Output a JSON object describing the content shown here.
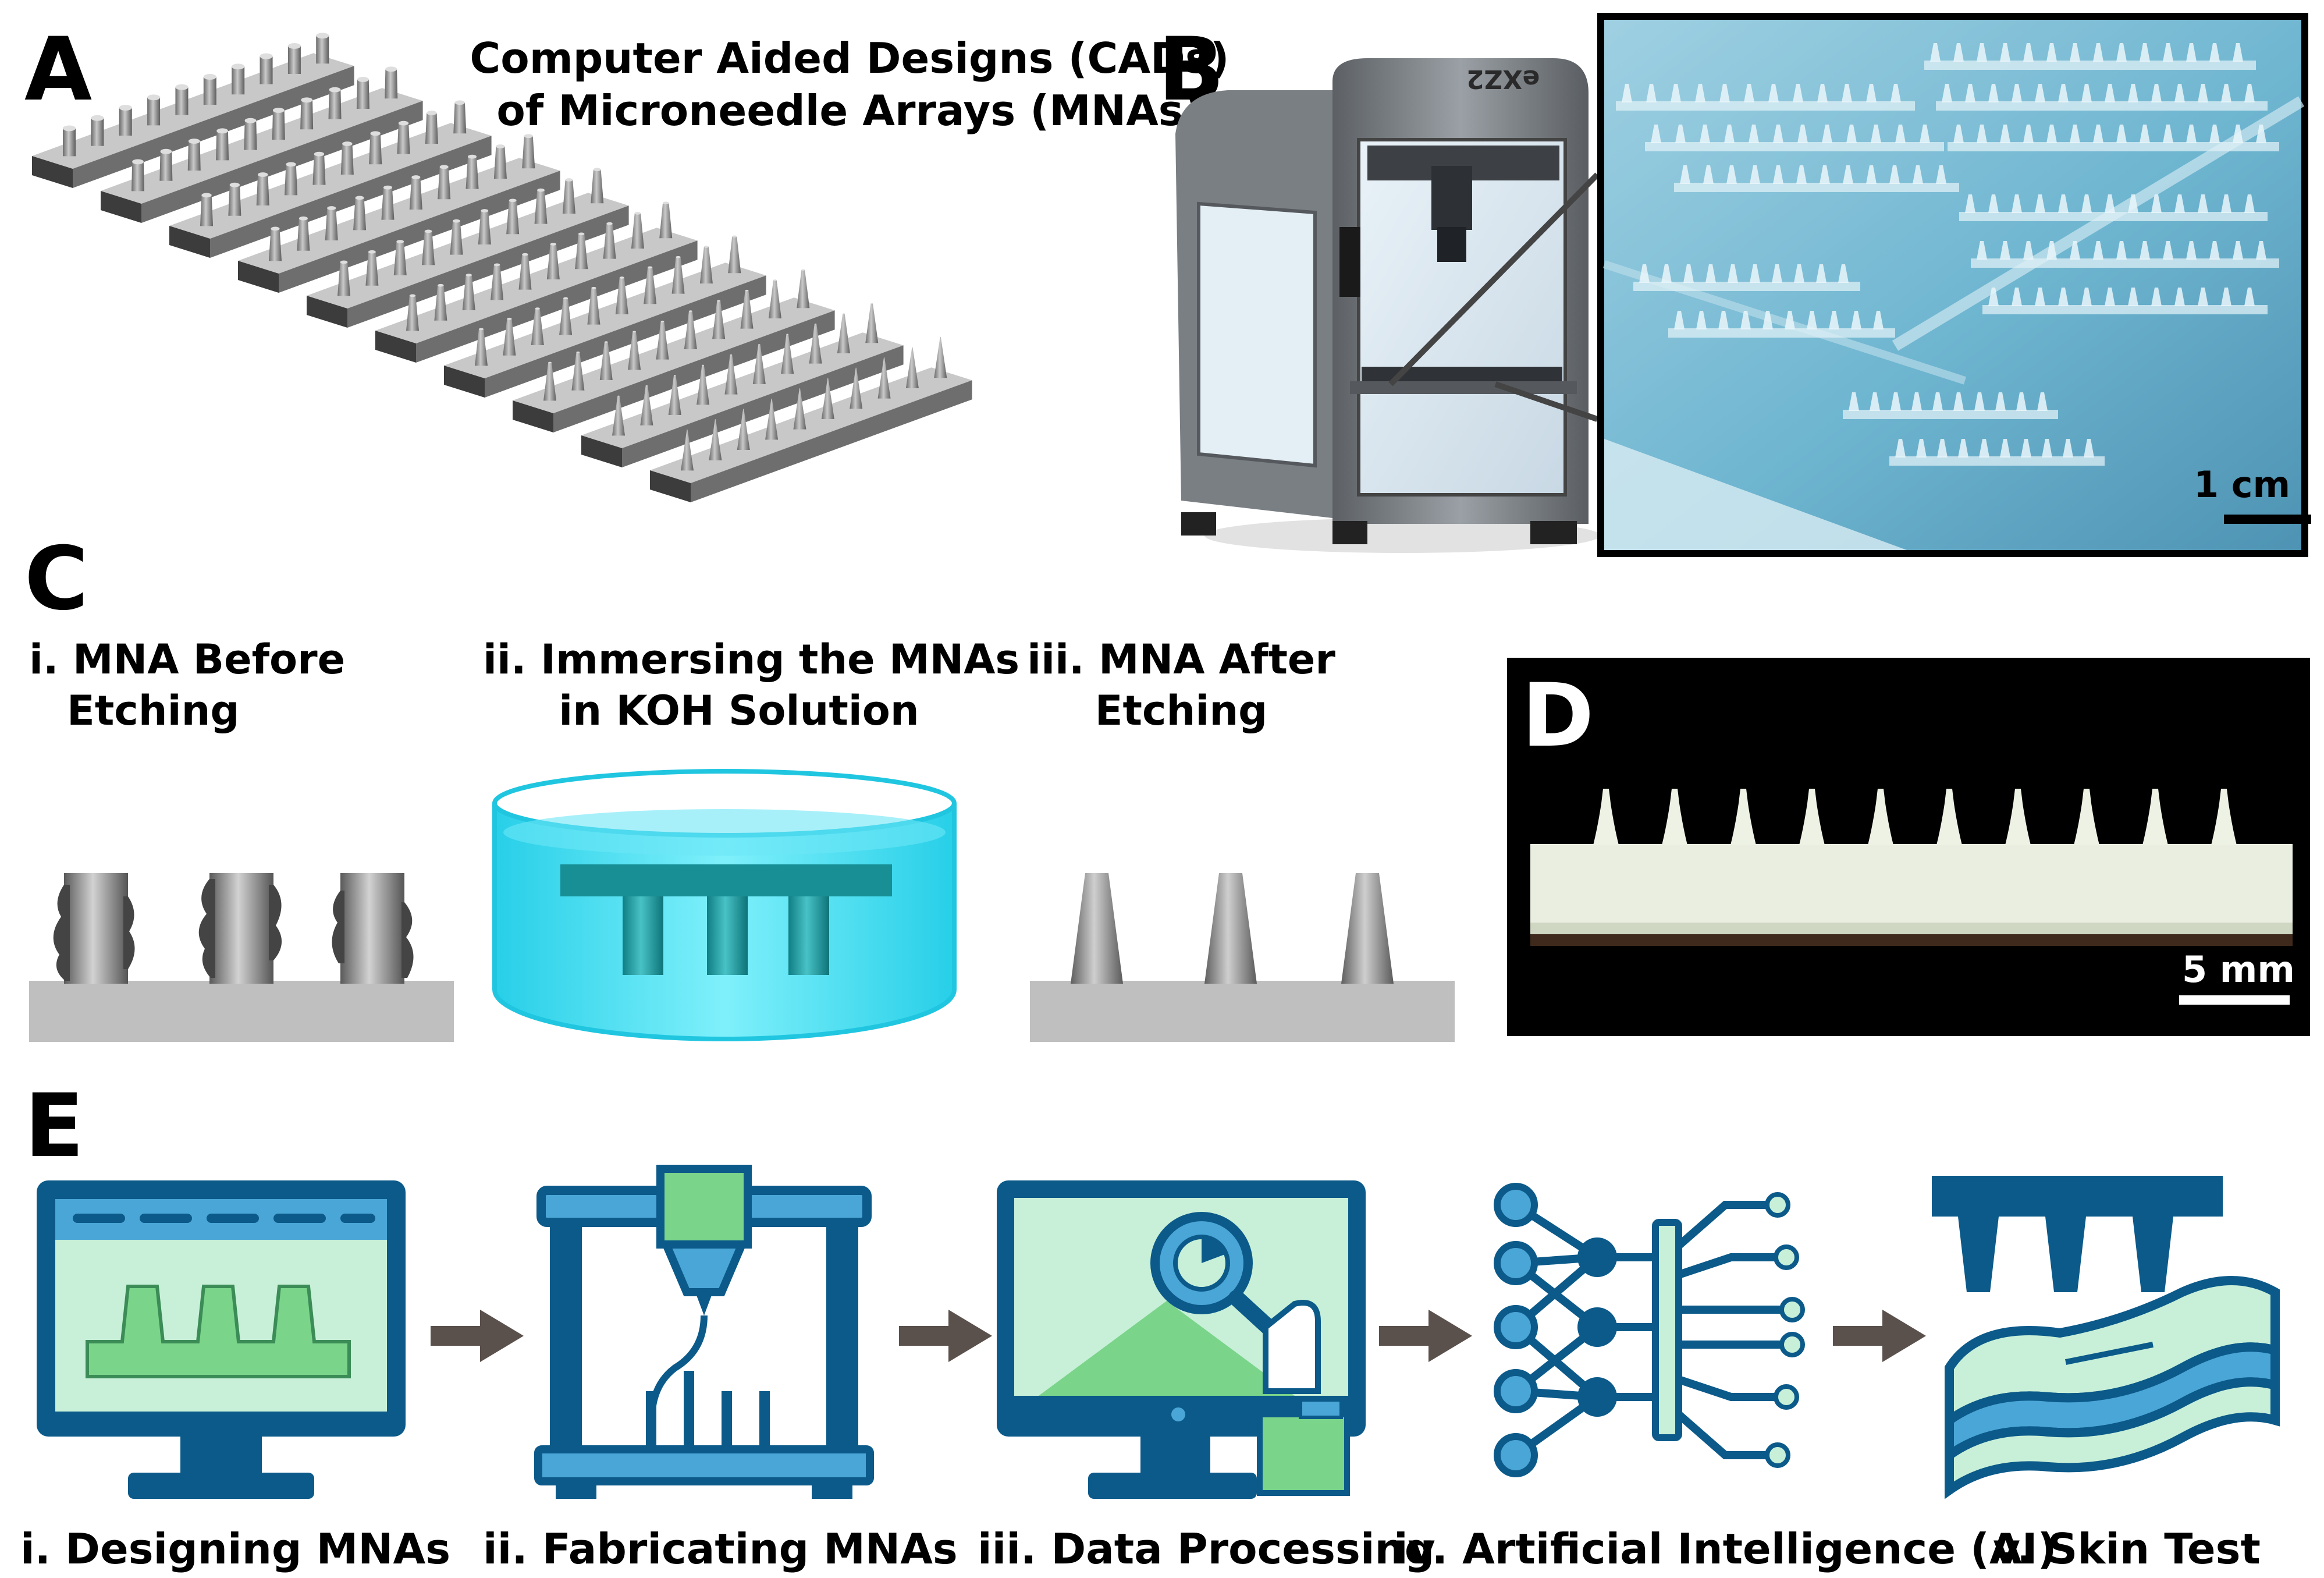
{
  "panels": {
    "a": {
      "letter": "A",
      "title_line1": "Computer Aided Designs (CADs)",
      "title_line2": "of Microneedle Arrays (MNAs)"
    },
    "b": {
      "letter": "B",
      "printer_brand": "eXZ2",
      "scale_bar": "1 cm"
    },
    "c": {
      "letter": "C",
      "step1_line1": "i. MNA Before",
      "step1_line2": "Etching",
      "step2_line1": "ii. Immersing the MNAs",
      "step2_line2": "in KOH Solution",
      "step3_line1": "iii. MNA After",
      "step3_line2": "Etching"
    },
    "d": {
      "letter": "D",
      "scale_bar": "5 mm"
    },
    "e": {
      "letter": "E",
      "steps": [
        "i. Designing MNAs",
        "ii. Fabricating MNAs",
        "iii. Data Processing",
        "iv. Artificial Intelligence (AI)",
        "v. Skin Test"
      ]
    }
  },
  "colors": {
    "icon_dark": "#0b5a8a",
    "icon_mid": "#4aa6d6",
    "icon_light": "#c8f0d8",
    "icon_green": "#7ad48a",
    "arrow": "#5a504c",
    "solution": "#2fd8f0",
    "metal": "#8a8a8a"
  }
}
